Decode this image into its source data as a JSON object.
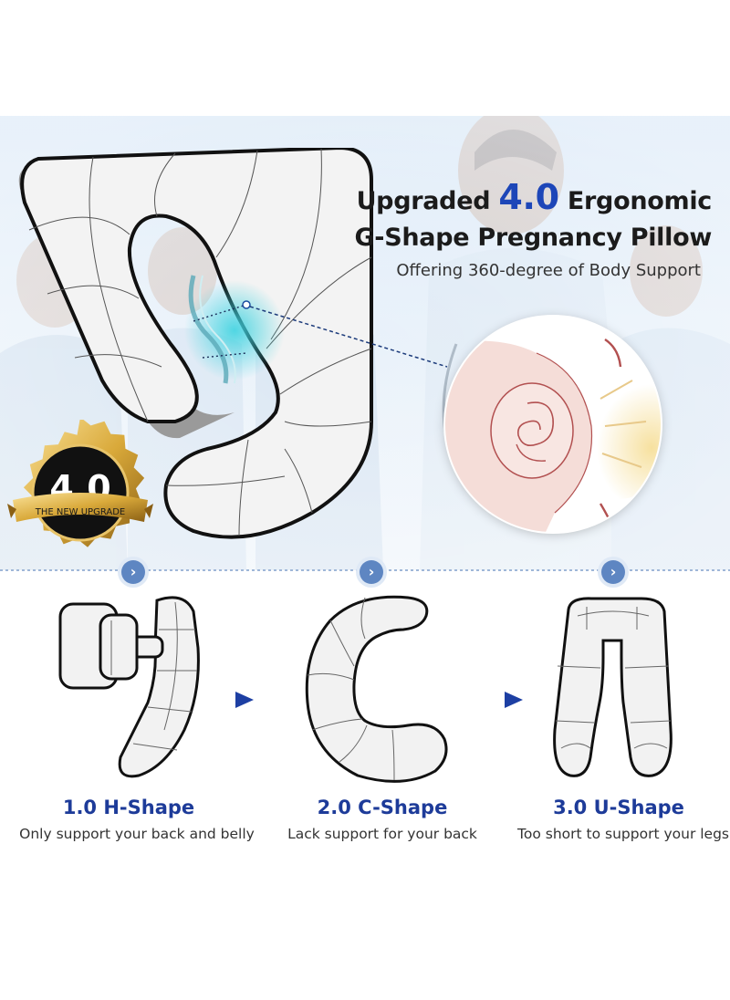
{
  "headline": {
    "line1_prefix": "Upgraded",
    "version": "4.0",
    "line1_suffix": "Ergonomic",
    "line2": "G-Shape Pregnancy Pillow",
    "subtitle": "Offering 360-degree of Body Support"
  },
  "badge": {
    "number": "4.0",
    "ribbon": "THE NEW UPGRADE"
  },
  "colors": {
    "accent_blue": "#1d46b8",
    "caption_blue": "#1d3b99",
    "badge_gold": "#d9a93a",
    "arrow_blue": "#5e86c2"
  },
  "icons": {
    "step_arrow": "chevron-right-icon",
    "transition_arrow": "play-triangle-icon"
  },
  "evolution": [
    {
      "title": "1.0 H-Shape",
      "description": "Only support your back and belly"
    },
    {
      "title": "2.0 C-Shape",
      "description": "Lack support for your back"
    },
    {
      "title": "3.0 U-Shape",
      "description": "Too short to support your legs"
    }
  ]
}
